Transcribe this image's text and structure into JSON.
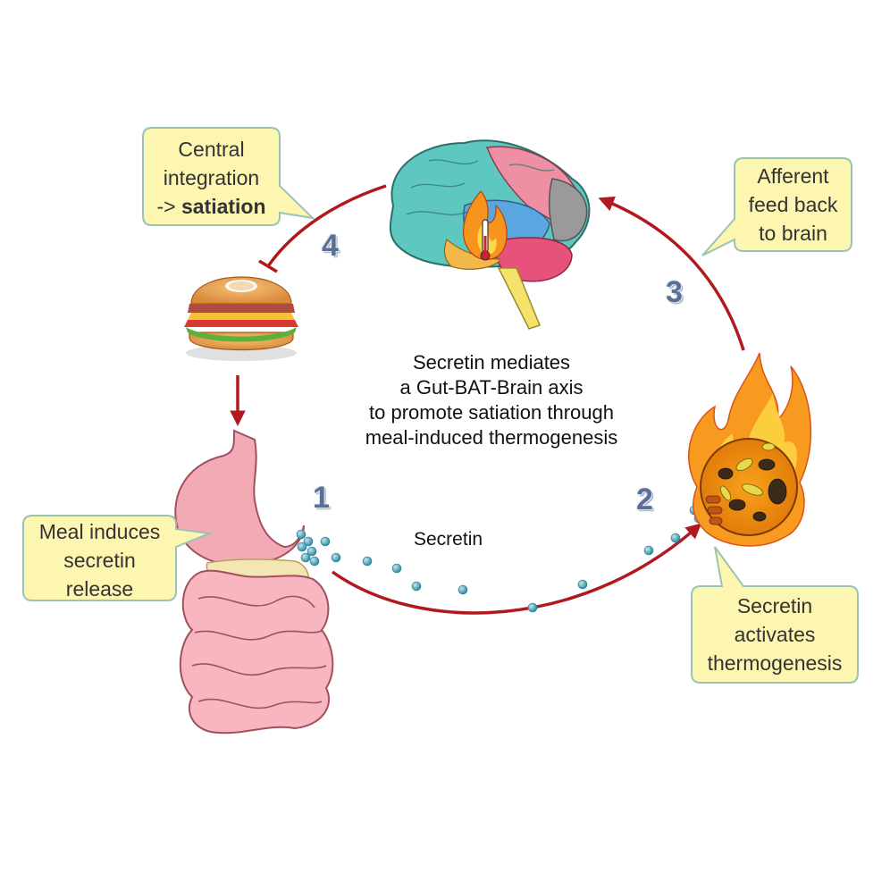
{
  "diagram": {
    "center_lines": [
      "Secretin mediates",
      "a Gut-BAT-Brain axis",
      "to promote satiation through",
      "meal-induced thermogenesis"
    ],
    "secretin_label": "Secretin",
    "steps": [
      "1",
      "2",
      "3",
      "4"
    ],
    "callouts": {
      "central": {
        "line1": "Central",
        "line2": "integration",
        "line3_prefix": "-> ",
        "line3_bold": "satiation"
      },
      "afferent": {
        "line1": "Afferent",
        "line2": "feed back",
        "line3": "to brain"
      },
      "meal": {
        "line1": "Meal induces",
        "line2": "secretin",
        "line3": "release"
      },
      "activates": {
        "line1": "Secretin",
        "line2": "activates",
        "line3": "thermogenesis"
      }
    },
    "colors": {
      "arrow": "#b01a1f",
      "callout_fill": "#fdf6b0",
      "callout_border": "#9bc3b5",
      "step_number": "#5a6f95",
      "secretin_dot": "#4aa3b8"
    },
    "icons": [
      "brain-icon",
      "burger-icon",
      "gut-icon",
      "brown-fat-cell-icon",
      "flame-icon",
      "thermometer-icon"
    ]
  }
}
